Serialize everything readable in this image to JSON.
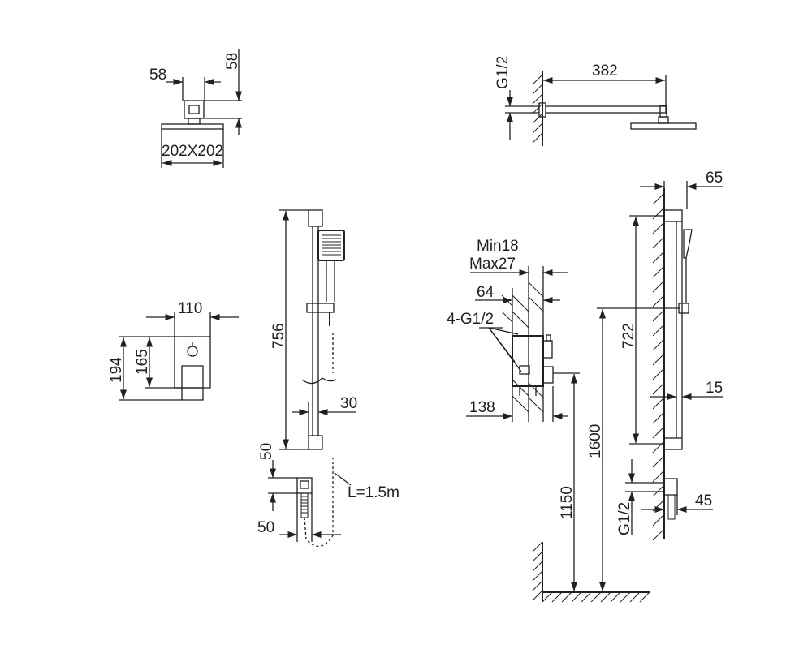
{
  "labels": {
    "overhead_58_h": "58",
    "overhead_58_v": "58",
    "overhead_size": "202X202",
    "arm_thread": "G1/2",
    "arm_length": "382",
    "rail_offset": "65",
    "valve_width": "110",
    "valve_h_outer": "194",
    "valve_h_inner": "165",
    "rail_length": "756",
    "rail_depth": "30",
    "outlet_top": "50",
    "outlet_side": "50",
    "hose_length": "L=1.5m",
    "wall_min": "Min18",
    "wall_max": "Max27",
    "valve_depth": "64",
    "valve_ports": "4-G1/2",
    "valve_body": "138",
    "rail_span": "722",
    "height_valve": "1150",
    "height_shower": "1600",
    "rail_gap": "15",
    "outlet_thread": "G1/2",
    "outlet_offset": "45"
  }
}
